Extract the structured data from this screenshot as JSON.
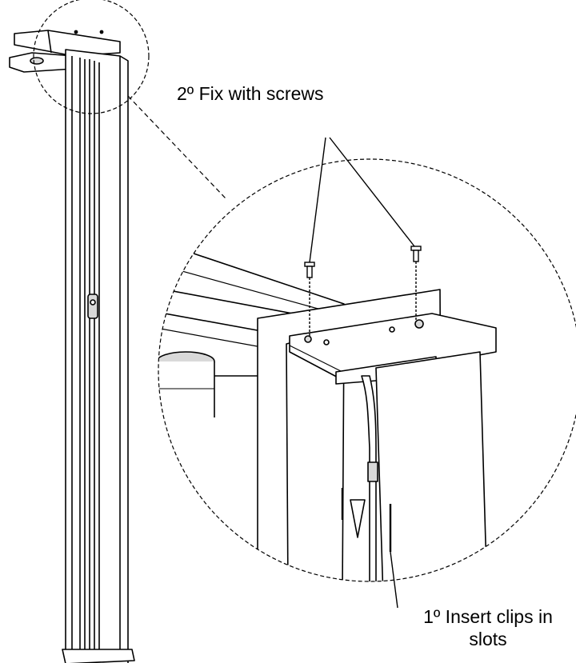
{
  "diagram": {
    "callouts": {
      "step2": "2º Fix with screws",
      "step1_line1": "1º Insert clips in",
      "step1_line2": "slots"
    },
    "colors": {
      "ink": "#000000",
      "paper": "#ffffff",
      "shade": "#d9d9d9"
    }
  }
}
